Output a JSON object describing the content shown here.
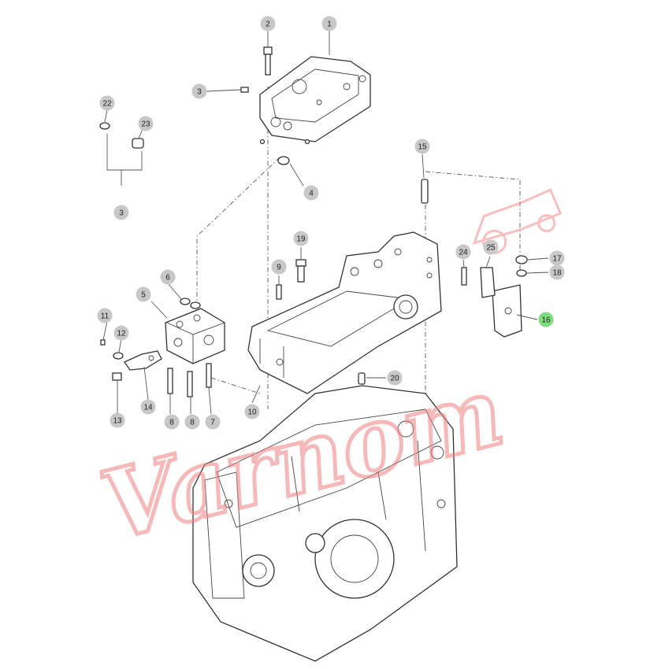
{
  "diagram": {
    "highlight_color": "#7ddc7d",
    "callout_color": "#c8c8c8",
    "watermark_color": "#f08080",
    "callouts": [
      {
        "id": "1",
        "label": "1",
        "highlighted": false
      },
      {
        "id": "2",
        "label": "2",
        "highlighted": false
      },
      {
        "id": "3a",
        "label": "3",
        "highlighted": false
      },
      {
        "id": "3b",
        "label": "3",
        "highlighted": false
      },
      {
        "id": "4",
        "label": "4",
        "highlighted": false
      },
      {
        "id": "5",
        "label": "5",
        "highlighted": false
      },
      {
        "id": "6",
        "label": "6",
        "highlighted": false
      },
      {
        "id": "7",
        "label": "7",
        "highlighted": false
      },
      {
        "id": "8a",
        "label": "8",
        "highlighted": false
      },
      {
        "id": "8b",
        "label": "8",
        "highlighted": false
      },
      {
        "id": "9",
        "label": "9",
        "highlighted": false
      },
      {
        "id": "10",
        "label": "10",
        "highlighted": false
      },
      {
        "id": "11",
        "label": "11",
        "highlighted": false
      },
      {
        "id": "12",
        "label": "12",
        "highlighted": false
      },
      {
        "id": "13",
        "label": "13",
        "highlighted": false
      },
      {
        "id": "14",
        "label": "14",
        "highlighted": false
      },
      {
        "id": "15",
        "label": "15",
        "highlighted": false
      },
      {
        "id": "16",
        "label": "16",
        "highlighted": true
      },
      {
        "id": "17",
        "label": "17",
        "highlighted": false
      },
      {
        "id": "18",
        "label": "18",
        "highlighted": false
      },
      {
        "id": "19",
        "label": "19",
        "highlighted": false
      },
      {
        "id": "20",
        "label": "20",
        "highlighted": false
      },
      {
        "id": "22",
        "label": "22",
        "highlighted": false
      },
      {
        "id": "23",
        "label": "23",
        "highlighted": false
      },
      {
        "id": "24",
        "label": "24",
        "highlighted": false
      },
      {
        "id": "25",
        "label": "25",
        "highlighted": false
      }
    ],
    "watermark": {
      "text": "Varnom",
      "icon": "tractor-icon"
    }
  }
}
